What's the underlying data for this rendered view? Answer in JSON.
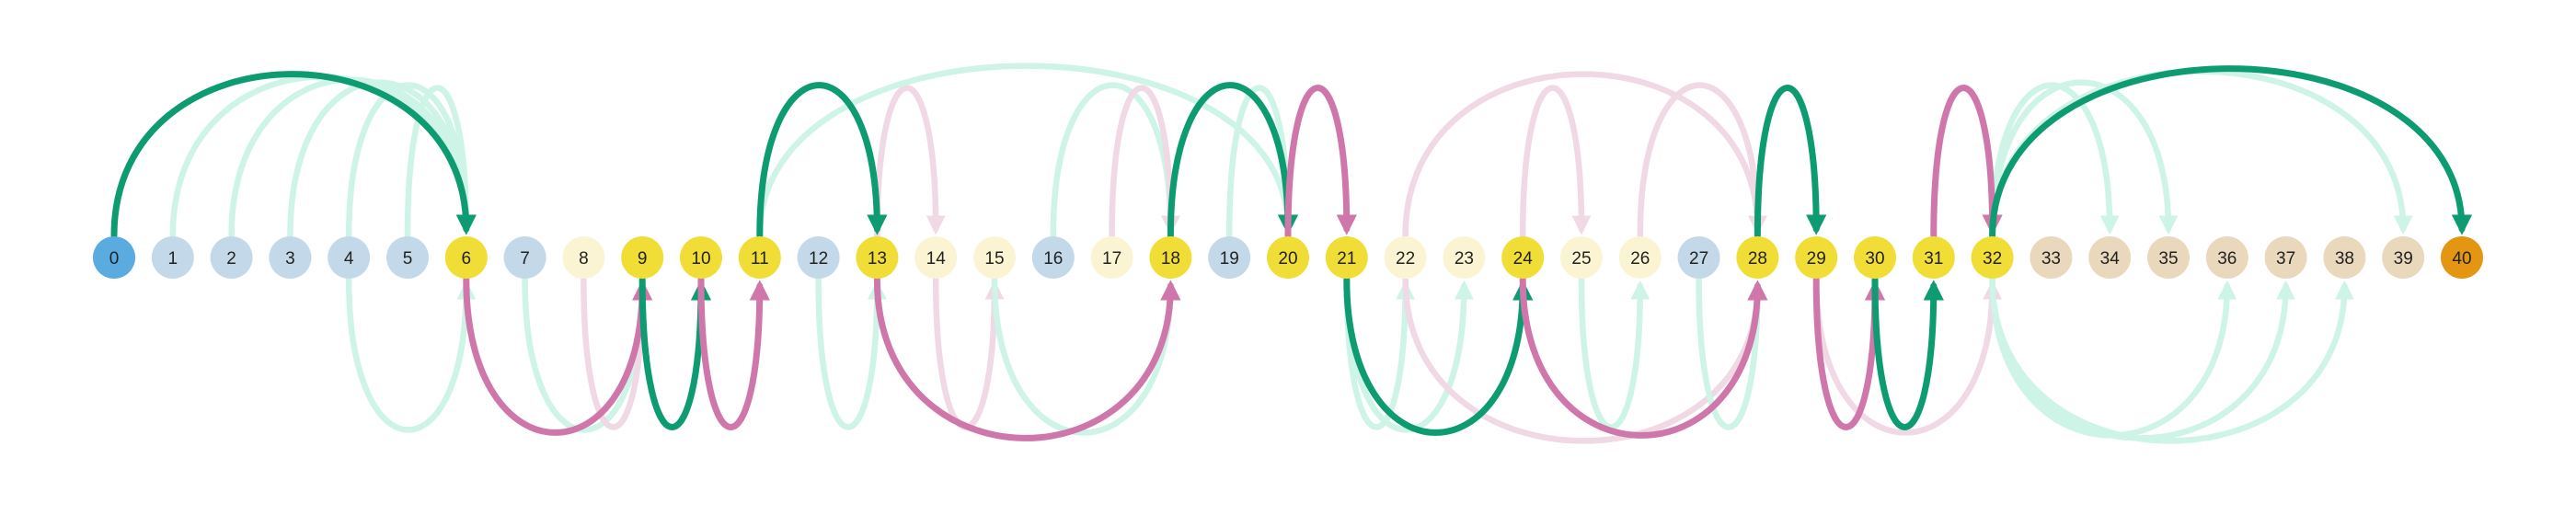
{
  "colors": {
    "green": "#0d9b72",
    "pink": "#cf77ab",
    "light_green": "#cdf4e6",
    "light_pink": "#f0d8e5",
    "start": "#5aace0",
    "end": "#e49612",
    "blue_soft": "#c3d9ea",
    "yellow": "#f0dd35",
    "cream": "#fbf4d3",
    "tan": "#ead8bd",
    "label": "#222222"
  },
  "nodes": [
    {
      "label": "0",
      "kind": "start"
    },
    {
      "label": "1",
      "kind": "blue_soft"
    },
    {
      "label": "2",
      "kind": "blue_soft"
    },
    {
      "label": "3",
      "kind": "blue_soft"
    },
    {
      "label": "4",
      "kind": "blue_soft"
    },
    {
      "label": "5",
      "kind": "blue_soft"
    },
    {
      "label": "6",
      "kind": "yellow"
    },
    {
      "label": "7",
      "kind": "blue_soft"
    },
    {
      "label": "8",
      "kind": "cream"
    },
    {
      "label": "9",
      "kind": "yellow"
    },
    {
      "label": "10",
      "kind": "yellow"
    },
    {
      "label": "11",
      "kind": "yellow"
    },
    {
      "label": "12",
      "kind": "blue_soft"
    },
    {
      "label": "13",
      "kind": "yellow"
    },
    {
      "label": "14",
      "kind": "cream"
    },
    {
      "label": "15",
      "kind": "cream"
    },
    {
      "label": "16",
      "kind": "blue_soft"
    },
    {
      "label": "17",
      "kind": "cream"
    },
    {
      "label": "18",
      "kind": "yellow"
    },
    {
      "label": "19",
      "kind": "blue_soft"
    },
    {
      "label": "20",
      "kind": "yellow"
    },
    {
      "label": "21",
      "kind": "yellow"
    },
    {
      "label": "22",
      "kind": "cream"
    },
    {
      "label": "23",
      "kind": "cream"
    },
    {
      "label": "24",
      "kind": "yellow"
    },
    {
      "label": "25",
      "kind": "cream"
    },
    {
      "label": "26",
      "kind": "cream"
    },
    {
      "label": "27",
      "kind": "blue_soft"
    },
    {
      "label": "28",
      "kind": "yellow"
    },
    {
      "label": "29",
      "kind": "yellow"
    },
    {
      "label": "30",
      "kind": "yellow"
    },
    {
      "label": "31",
      "kind": "yellow"
    },
    {
      "label": "32",
      "kind": "yellow"
    },
    {
      "label": "33",
      "kind": "tan"
    },
    {
      "label": "34",
      "kind": "tan"
    },
    {
      "label": "35",
      "kind": "tan"
    },
    {
      "label": "36",
      "kind": "tan"
    },
    {
      "label": "37",
      "kind": "tan"
    },
    {
      "label": "38",
      "kind": "tan"
    },
    {
      "label": "39",
      "kind": "tan"
    },
    {
      "label": "40",
      "kind": "end"
    }
  ],
  "edges": [
    {
      "from": 1,
      "to": 6,
      "side": "above",
      "style": "light_green"
    },
    {
      "from": 2,
      "to": 6,
      "side": "above",
      "style": "light_green"
    },
    {
      "from": 3,
      "to": 6,
      "side": "above",
      "style": "light_green"
    },
    {
      "from": 4,
      "to": 6,
      "side": "above",
      "style": "light_green"
    },
    {
      "from": 5,
      "to": 6,
      "side": "above",
      "style": "light_green"
    },
    {
      "from": 4,
      "to": 6,
      "side": "below",
      "style": "light_green"
    },
    {
      "from": 7,
      "to": 9,
      "side": "below",
      "style": "light_green"
    },
    {
      "from": 8,
      "to": 9,
      "side": "below",
      "style": "light_pink"
    },
    {
      "from": 13,
      "to": 14,
      "side": "above",
      "style": "light_pink"
    },
    {
      "from": 11,
      "to": 20,
      "side": "above",
      "style": "light_green"
    },
    {
      "from": 12,
      "to": 13,
      "side": "below",
      "style": "light_green"
    },
    {
      "from": 14,
      "to": 15,
      "side": "below",
      "style": "light_pink"
    },
    {
      "from": 15,
      "to": 18,
      "side": "below",
      "style": "light_green"
    },
    {
      "from": 16,
      "to": 18,
      "side": "above",
      "style": "light_green"
    },
    {
      "from": 17,
      "to": 18,
      "side": "above",
      "style": "light_pink"
    },
    {
      "from": 18,
      "to": 20,
      "side": "above",
      "style": "light_green"
    },
    {
      "from": 19,
      "to": 20,
      "side": "above",
      "style": "light_green"
    },
    {
      "from": 21,
      "to": 22,
      "side": "below",
      "style": "light_green"
    },
    {
      "from": 21,
      "to": 23,
      "side": "below",
      "style": "light_green"
    },
    {
      "from": 22,
      "to": 28,
      "side": "above",
      "style": "light_pink"
    },
    {
      "from": 24,
      "to": 25,
      "side": "above",
      "style": "light_pink"
    },
    {
      "from": 25,
      "to": 26,
      "side": "below",
      "style": "light_green"
    },
    {
      "from": 26,
      "to": 28,
      "side": "above",
      "style": "light_pink"
    },
    {
      "from": 22,
      "to": 28,
      "side": "below",
      "style": "light_pink"
    },
    {
      "from": 27,
      "to": 28,
      "side": "below",
      "style": "light_green"
    },
    {
      "from": 29,
      "to": 32,
      "side": "below",
      "style": "light_pink"
    },
    {
      "from": 32,
      "to": 34,
      "side": "above",
      "style": "light_green"
    },
    {
      "from": 32,
      "to": 35,
      "side": "above",
      "style": "light_green"
    },
    {
      "from": 32,
      "to": 39,
      "side": "above",
      "style": "light_green"
    },
    {
      "from": 32,
      "to": 36,
      "side": "below",
      "style": "light_green"
    },
    {
      "from": 32,
      "to": 37,
      "side": "below",
      "style": "light_green"
    },
    {
      "from": 32,
      "to": 38,
      "side": "below",
      "style": "light_green"
    },
    {
      "from": 31,
      "to": 32,
      "side": "above",
      "style": "light_green"
    },
    {
      "from": 0,
      "to": 6,
      "side": "above",
      "style": "green"
    },
    {
      "from": 6,
      "to": 9,
      "side": "below",
      "style": "pink"
    },
    {
      "from": 9,
      "to": 10,
      "side": "below",
      "style": "green"
    },
    {
      "from": 10,
      "to": 11,
      "side": "below",
      "style": "pink"
    },
    {
      "from": 11,
      "to": 13,
      "side": "above",
      "style": "green"
    },
    {
      "from": 13,
      "to": 18,
      "side": "below",
      "style": "pink"
    },
    {
      "from": 18,
      "to": 20,
      "side": "above",
      "style": "green"
    },
    {
      "from": 20,
      "to": 21,
      "side": "above",
      "style": "pink"
    },
    {
      "from": 21,
      "to": 24,
      "side": "below",
      "style": "green"
    },
    {
      "from": 24,
      "to": 28,
      "side": "below",
      "style": "pink"
    },
    {
      "from": 28,
      "to": 29,
      "side": "above",
      "style": "green"
    },
    {
      "from": 29,
      "to": 30,
      "side": "below",
      "style": "pink"
    },
    {
      "from": 30,
      "to": 31,
      "side": "below",
      "style": "green"
    },
    {
      "from": 31,
      "to": 32,
      "side": "above",
      "style": "pink"
    },
    {
      "from": 32,
      "to": 40,
      "side": "above",
      "style": "green"
    }
  ]
}
